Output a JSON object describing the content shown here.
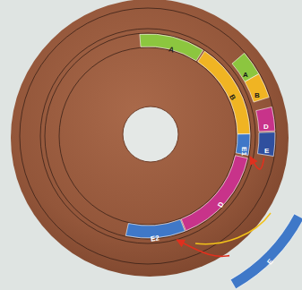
{
  "diagram": {
    "nodes": [
      {
        "text": [
          "A"
        ]
      },
      {
        "text": [
          "A"
        ]
      },
      {
        "text": [
          "B"
        ]
      },
      {
        "text": [
          "B"
        ]
      },
      {
        "text": [
          "D"
        ]
      },
      {
        "text": [
          "E1"
        ]
      },
      {
        "text": [
          "E"
        ]
      },
      {
        "text": [
          "D"
        ]
      },
      {
        "text": [
          "E2"
        ]
      },
      {
        "text": [
          "E"
        ]
      }
    ],
    "edges": [
      {
        "from": 6,
        "to": 5,
        "arrow": "to"
      },
      {
        "from": 9,
        "to": 8,
        "arrow": "to"
      }
    ]
  }
}
